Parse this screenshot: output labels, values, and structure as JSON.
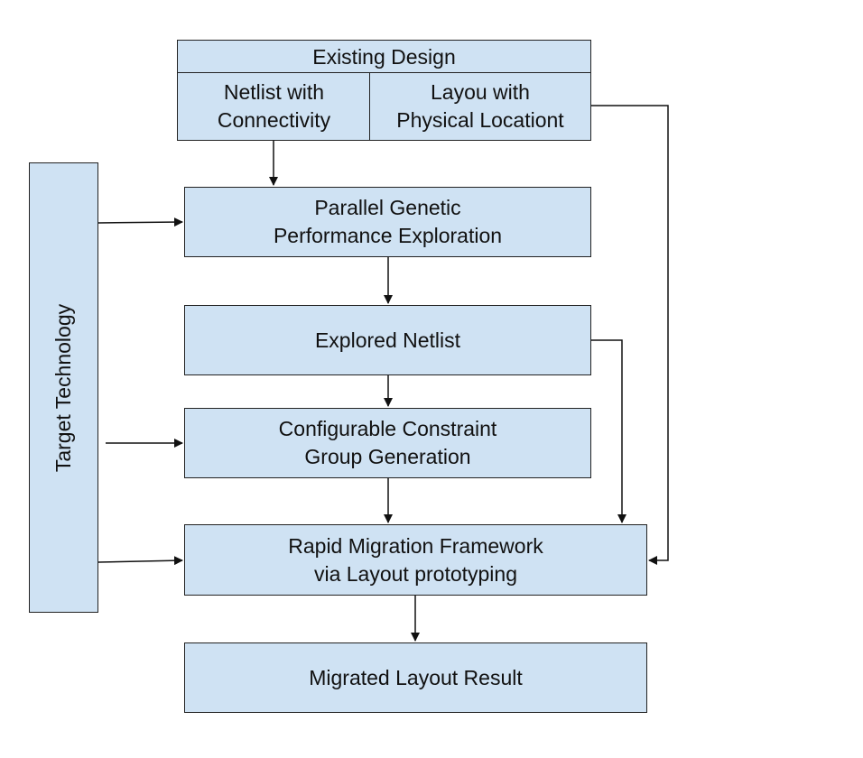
{
  "diagram": {
    "existing_design": {
      "title": "Existing Design",
      "netlist": "Netlist with\nConnectivity",
      "layout": "Layou with\nPhysical Locationt"
    },
    "target_technology": "Target Technology",
    "parallel_genetic": "Parallel Genetic\nPerformance Exploration",
    "explored_netlist": "Explored Netlist",
    "constraint_group": "Configurable Constraint\nGroup Generation",
    "rapid_migration": "Rapid Migration Framework\nvia Layout prototyping",
    "migrated_result": "Migrated Layout Result",
    "colors": {
      "box_fill": "#cfe2f3",
      "stroke": "#222222"
    }
  }
}
